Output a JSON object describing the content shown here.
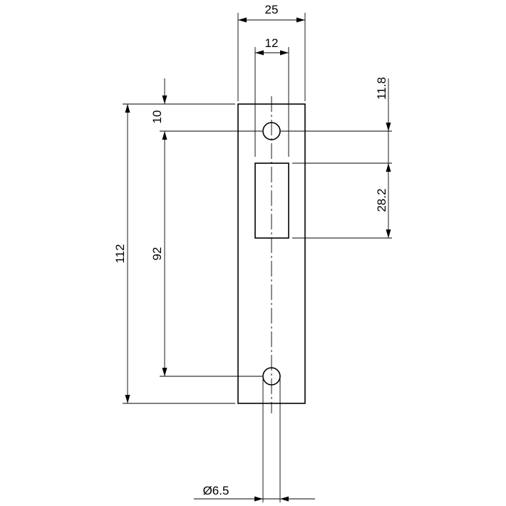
{
  "drawing": {
    "dimensions": {
      "plate_width": "25",
      "slot_width": "12",
      "top_to_hole": "11.8",
      "slot_height": "28.2",
      "overall_height": "112",
      "hole_spacing": "92",
      "edge_to_hole": "10",
      "hole_diameter": "Ø6.5"
    }
  }
}
